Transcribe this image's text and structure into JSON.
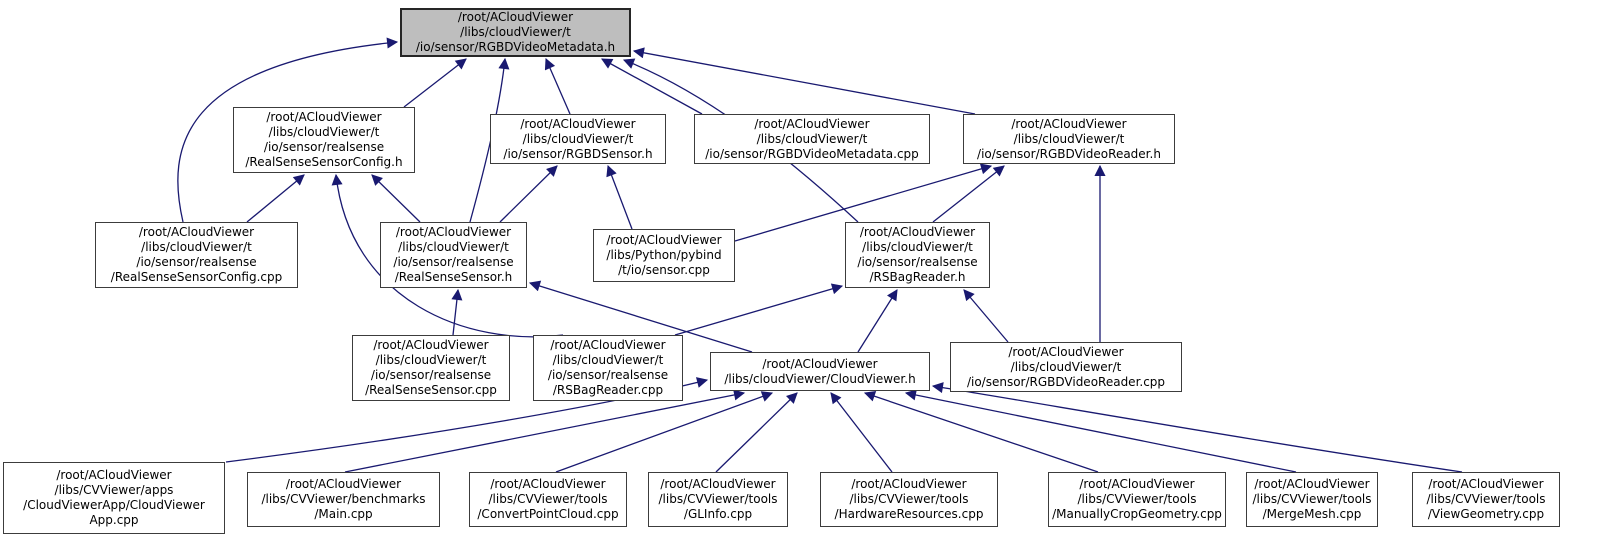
{
  "diagram": {
    "kind": "include-dependency-graph",
    "edge_color": "#191970",
    "node_border_color": "#3c3c3c",
    "highlight_fill_color": "#bebebe",
    "background_color": "#ffffff",
    "nodes": [
      {
        "id": "meta_h",
        "highlighted": true,
        "label": "/root/ACloudViewer\n/libs/cloudViewer/t\n/io/sensor/RGBDVideoMetadata.h"
      },
      {
        "id": "rsconfig_h",
        "highlighted": false,
        "label": "/root/ACloudViewer\n/libs/cloudViewer/t\n/io/sensor/realsense\n/RealSenseSensorConfig.h"
      },
      {
        "id": "rgbdsensor_h",
        "highlighted": false,
        "label": "/root/ACloudViewer\n/libs/cloudViewer/t\n/io/sensor/RGBDSensor.h"
      },
      {
        "id": "meta_cpp",
        "highlighted": false,
        "label": "/root/ACloudViewer\n/libs/cloudViewer/t\n/io/sensor/RGBDVideoMetadata.cpp"
      },
      {
        "id": "reader_h",
        "highlighted": false,
        "label": "/root/ACloudViewer\n/libs/cloudViewer/t\n/io/sensor/RGBDVideoReader.h"
      },
      {
        "id": "rsconfig_cpp",
        "highlighted": false,
        "label": "/root/ACloudViewer\n/libs/cloudViewer/t\n/io/sensor/realsense\n/RealSenseSensorConfig.cpp"
      },
      {
        "id": "rssensor_h",
        "highlighted": false,
        "label": "/root/ACloudViewer\n/libs/cloudViewer/t\n/io/sensor/realsense\n/RealSenseSensor.h"
      },
      {
        "id": "pybind_sensor_cpp",
        "highlighted": false,
        "label": "/root/ACloudViewer\n/libs/Python/pybind\n/t/io/sensor.cpp"
      },
      {
        "id": "rsbag_h",
        "highlighted": false,
        "label": "/root/ACloudViewer\n/libs/cloudViewer/t\n/io/sensor/realsense\n/RSBagReader.h"
      },
      {
        "id": "rssensor_cpp",
        "highlighted": false,
        "label": "/root/ACloudViewer\n/libs/cloudViewer/t\n/io/sensor/realsense\n/RealSenseSensor.cpp"
      },
      {
        "id": "rsbag_cpp",
        "highlighted": false,
        "label": "/root/ACloudViewer\n/libs/cloudViewer/t\n/io/sensor/realsense\n/RSBagReader.cpp"
      },
      {
        "id": "cloudviewer_h",
        "highlighted": false,
        "label": "/root/ACloudViewer\n/libs/cloudViewer/CloudViewer.h"
      },
      {
        "id": "reader_cpp",
        "highlighted": false,
        "label": "/root/ACloudViewer\n/libs/cloudViewer/t\n/io/sensor/RGBDVideoReader.cpp"
      },
      {
        "id": "app_cpp",
        "highlighted": false,
        "label": "/root/ACloudViewer\n/libs/CVViewer/apps\n/CloudViewerApp/CloudViewer\nApp.cpp"
      },
      {
        "id": "main_cpp",
        "highlighted": false,
        "label": "/root/ACloudViewer\n/libs/CVViewer/benchmarks\n/Main.cpp"
      },
      {
        "id": "convert_cpp",
        "highlighted": false,
        "label": "/root/ACloudViewer\n/libs/CVViewer/tools\n/ConvertPointCloud.cpp"
      },
      {
        "id": "glinfo_cpp",
        "highlighted": false,
        "label": "/root/ACloudViewer\n/libs/CVViewer/tools\n/GLInfo.cpp"
      },
      {
        "id": "hardware_cpp",
        "highlighted": false,
        "label": "/root/ACloudViewer\n/libs/CVViewer/tools\n/HardwareResources.cpp"
      },
      {
        "id": "manually_cpp",
        "highlighted": false,
        "label": "/root/ACloudViewer\n/libs/CVViewer/tools\n/ManuallyCropGeometry.cpp"
      },
      {
        "id": "merge_cpp",
        "highlighted": false,
        "label": "/root/ACloudViewer\n/libs/CVViewer/tools\n/MergeMesh.cpp"
      },
      {
        "id": "view_cpp",
        "highlighted": false,
        "label": "/root/ACloudViewer\n/libs/CVViewer/tools\n/ViewGeometry.cpp"
      }
    ],
    "edges": [
      {
        "from": "rsconfig_h",
        "to": "meta_h"
      },
      {
        "from": "rgbdsensor_h",
        "to": "meta_h"
      },
      {
        "from": "meta_cpp",
        "to": "meta_h"
      },
      {
        "from": "reader_h",
        "to": "meta_h"
      },
      {
        "from": "rssensor_h",
        "to": "meta_h"
      },
      {
        "from": "rsbag_h",
        "to": "meta_h"
      },
      {
        "from": "rsconfig_cpp",
        "to": "meta_h"
      },
      {
        "from": "rsconfig_cpp",
        "to": "rsconfig_h"
      },
      {
        "from": "rssensor_h",
        "to": "rsconfig_h"
      },
      {
        "from": "rsbag_cpp",
        "to": "rsconfig_h"
      },
      {
        "from": "rssensor_h",
        "to": "rgbdsensor_h"
      },
      {
        "from": "pybind_sensor_cpp",
        "to": "rgbdsensor_h"
      },
      {
        "from": "pybind_sensor_cpp",
        "to": "reader_h"
      },
      {
        "from": "rsbag_h",
        "to": "reader_h"
      },
      {
        "from": "reader_cpp",
        "to": "reader_h"
      },
      {
        "from": "rssensor_cpp",
        "to": "rssensor_h"
      },
      {
        "from": "cloudviewer_h",
        "to": "rssensor_h"
      },
      {
        "from": "rsbag_cpp",
        "to": "rsbag_h"
      },
      {
        "from": "cloudviewer_h",
        "to": "rsbag_h"
      },
      {
        "from": "reader_cpp",
        "to": "rsbag_h"
      },
      {
        "from": "app_cpp",
        "to": "cloudviewer_h"
      },
      {
        "from": "main_cpp",
        "to": "cloudviewer_h"
      },
      {
        "from": "convert_cpp",
        "to": "cloudviewer_h"
      },
      {
        "from": "glinfo_cpp",
        "to": "cloudviewer_h"
      },
      {
        "from": "hardware_cpp",
        "to": "cloudviewer_h"
      },
      {
        "from": "manually_cpp",
        "to": "cloudviewer_h"
      },
      {
        "from": "merge_cpp",
        "to": "cloudviewer_h"
      },
      {
        "from": "view_cpp",
        "to": "cloudviewer_h"
      }
    ]
  }
}
